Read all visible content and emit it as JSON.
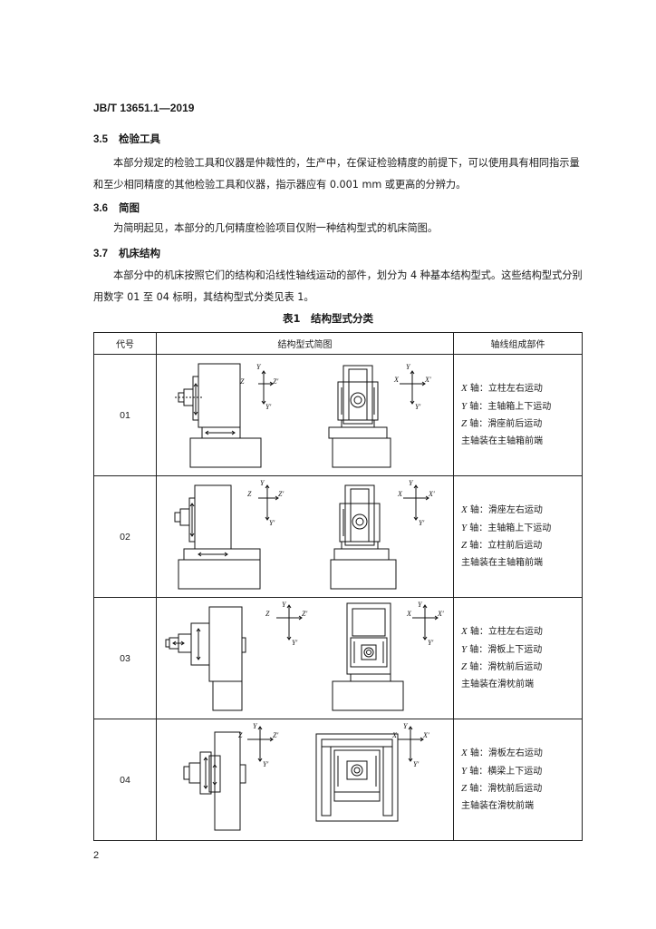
{
  "header": {
    "standard_no": "JB/T 13651.1—2019"
  },
  "sections": [
    {
      "num": "3.5",
      "title": "检验工具",
      "paragraphs": [
        "本部分规定的检验工具和仪器是仲裁性的，生产中，在保证检验精度的前提下，可以使用具有相同指示量和至少相同精度的其他检验工具和仪器，指示器应有 0.001 mm 或更高的分辨力。"
      ]
    },
    {
      "num": "3.6",
      "title": "简图",
      "paragraphs": [
        "为简明起见，本部分的几何精度检验项目仅附一种结构型式的机床简图。"
      ]
    },
    {
      "num": "3.7",
      "title": "机床结构",
      "paragraphs": [
        "本部分中的机床按照它们的结构和沿线性轴线运动的部件，划分为 4 种基本结构型式。这些结构型式分别用数字 01 至 04 标明，其结构型式分类见表 1。"
      ]
    }
  ],
  "table": {
    "caption": "表1　结构型式分类",
    "headers": [
      "代号",
      "结构型式简图",
      "轴线组成部件"
    ],
    "rows": [
      {
        "code": "01",
        "lines": [
          {
            "axis": "X",
            "text": " 轴：立柱左右运动"
          },
          {
            "axis": "Y",
            "text": " 轴：主轴箱上下运动"
          },
          {
            "axis": "Z",
            "text": " 轴：滑座前后运动"
          },
          {
            "axis": "",
            "text": "主轴装在主轴箱前端"
          }
        ]
      },
      {
        "code": "02",
        "lines": [
          {
            "axis": "X",
            "text": " 轴：滑座左右运动"
          },
          {
            "axis": "Y",
            "text": " 轴：主轴箱上下运动"
          },
          {
            "axis": "Z",
            "text": " 轴：立柱前后运动"
          },
          {
            "axis": "",
            "text": "主轴装在主轴箱前端"
          }
        ]
      },
      {
        "code": "03",
        "lines": [
          {
            "axis": "X",
            "text": " 轴：立柱左右运动"
          },
          {
            "axis": "Y",
            "text": " 轴：滑板上下运动"
          },
          {
            "axis": "Z",
            "text": " 轴：滑枕前后运动"
          },
          {
            "axis": "",
            "text": "主轴装在滑枕前端"
          }
        ]
      },
      {
        "code": "04",
        "lines": [
          {
            "axis": "X",
            "text": " 轴：滑板左右运动"
          },
          {
            "axis": "Y",
            "text": " 轴：横梁上下运动"
          },
          {
            "axis": "Z",
            "text": " 轴：滑枕前后运动"
          },
          {
            "axis": "",
            "text": "主轴装在滑枕前端"
          }
        ]
      }
    ],
    "axis_labels": {
      "y": "Y",
      "y_prime": "Y′",
      "z": "Z",
      "z_prime": "Z′",
      "x": "X",
      "x_prime": "X′"
    }
  },
  "footer": {
    "page_number": "2"
  }
}
